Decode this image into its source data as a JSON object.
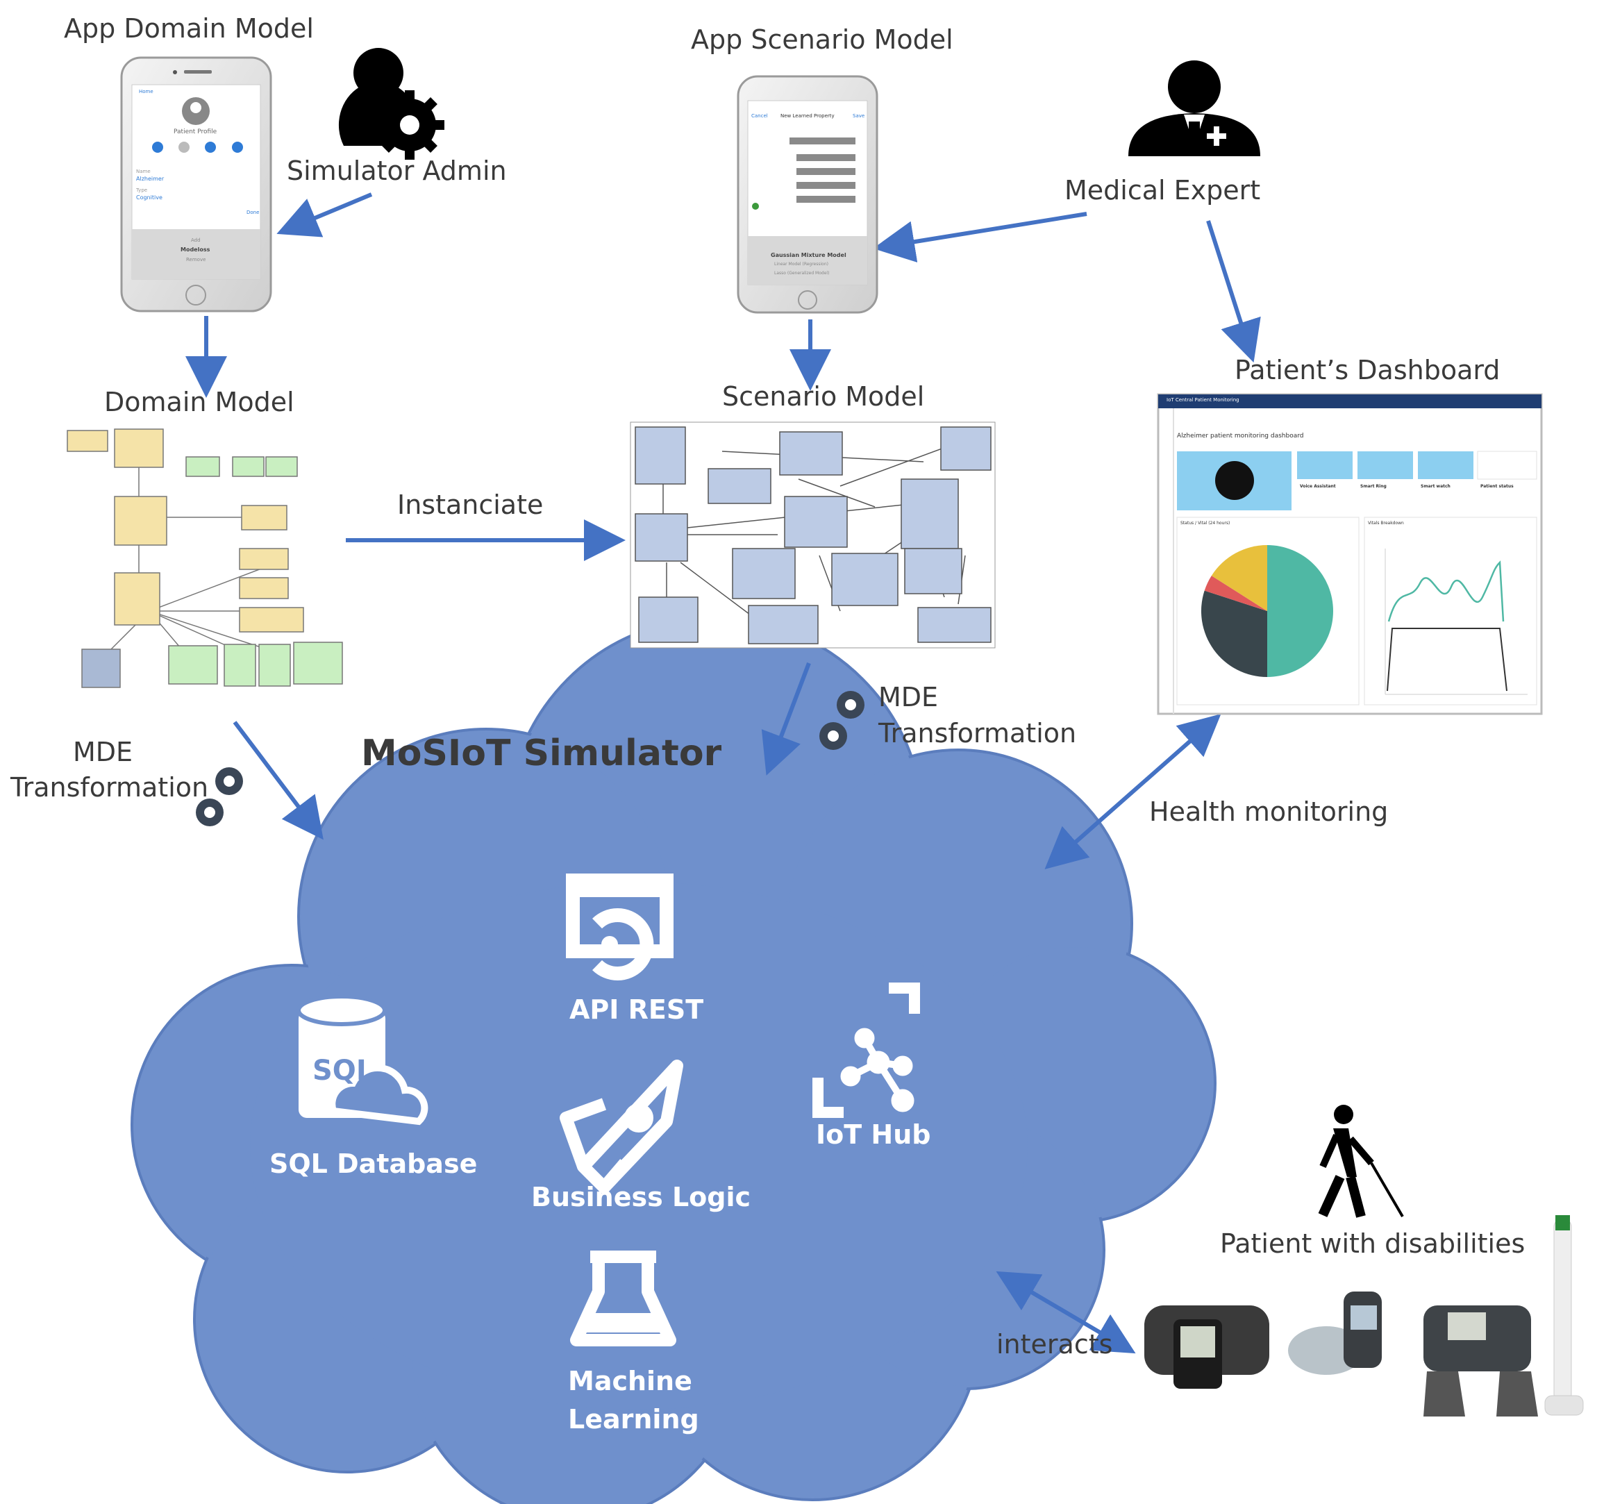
{
  "labels": {
    "app_domain_model": "App Domain Model",
    "simulator_admin": "Simulator Admin",
    "app_scenario_model": "App Scenario Model",
    "medical_expert": "Medical Expert",
    "domain_model": "Domain Model",
    "scenario_model": "Scenario Model",
    "patients_dashboard": "Patient’s Dashboard",
    "instanciate": "Instanciate",
    "mde": "MDE",
    "transformation": "Transformation",
    "simulator_title": "MoSIoT Simulator",
    "health_monitoring": "Health monitoring",
    "interacts": "interacts",
    "patient_disabilities": "Patient with disabilities"
  },
  "cloud": {
    "api_rest": "API REST",
    "sql_database": "SQL Database",
    "business_logic": "Business Logic",
    "iot_hub": "IoT Hub",
    "machine_learning_1": "Machine",
    "machine_learning_2": "Learning",
    "sql_icon_text": "SQL"
  },
  "phone_domain": {
    "back": "Home",
    "title": "Patient Profile",
    "field1_label": "Name",
    "field1_value": "Alzheimer",
    "field2_label": "Type",
    "field2_value": "Cognitive",
    "done": "Done",
    "sheet_line1": "Add",
    "sheet_line2": "Modeloss",
    "sheet_line3": "Remove"
  },
  "phone_scenario": {
    "cancel": "Cancel",
    "title": "New Learned Property",
    "save": "Save",
    "sheet_title": "Gaussian Mixture Model",
    "sheet_line2": "Linear Model (Regression)",
    "sheet_line3": "Lasso (Generalized Model)"
  },
  "dashboard": {
    "header": "IoT Central Patient Monitoring",
    "subtitle": "Alzheimer patient monitoring dashboard",
    "tiles": [
      {
        "title": "Voice Assistant"
      },
      {
        "title": "Smart Ring"
      },
      {
        "title": "Smart watch"
      },
      {
        "title": "Patient status"
      }
    ],
    "pie_title": "Status / Vital (24 hours)",
    "line_title": "Vitals Breakdown"
  },
  "colors": {
    "arrow": "#4472c4",
    "cloud": "#6f90cc",
    "pie_teal": "#4fb8a4",
    "pie_dark": "#39464c",
    "pie_red": "#e05a5a",
    "pie_yellow": "#e8c03c",
    "line_teal": "#4fb8a4"
  },
  "chart_data": {
    "type": "pie",
    "values": [
      50,
      30,
      4,
      16
    ]
  }
}
